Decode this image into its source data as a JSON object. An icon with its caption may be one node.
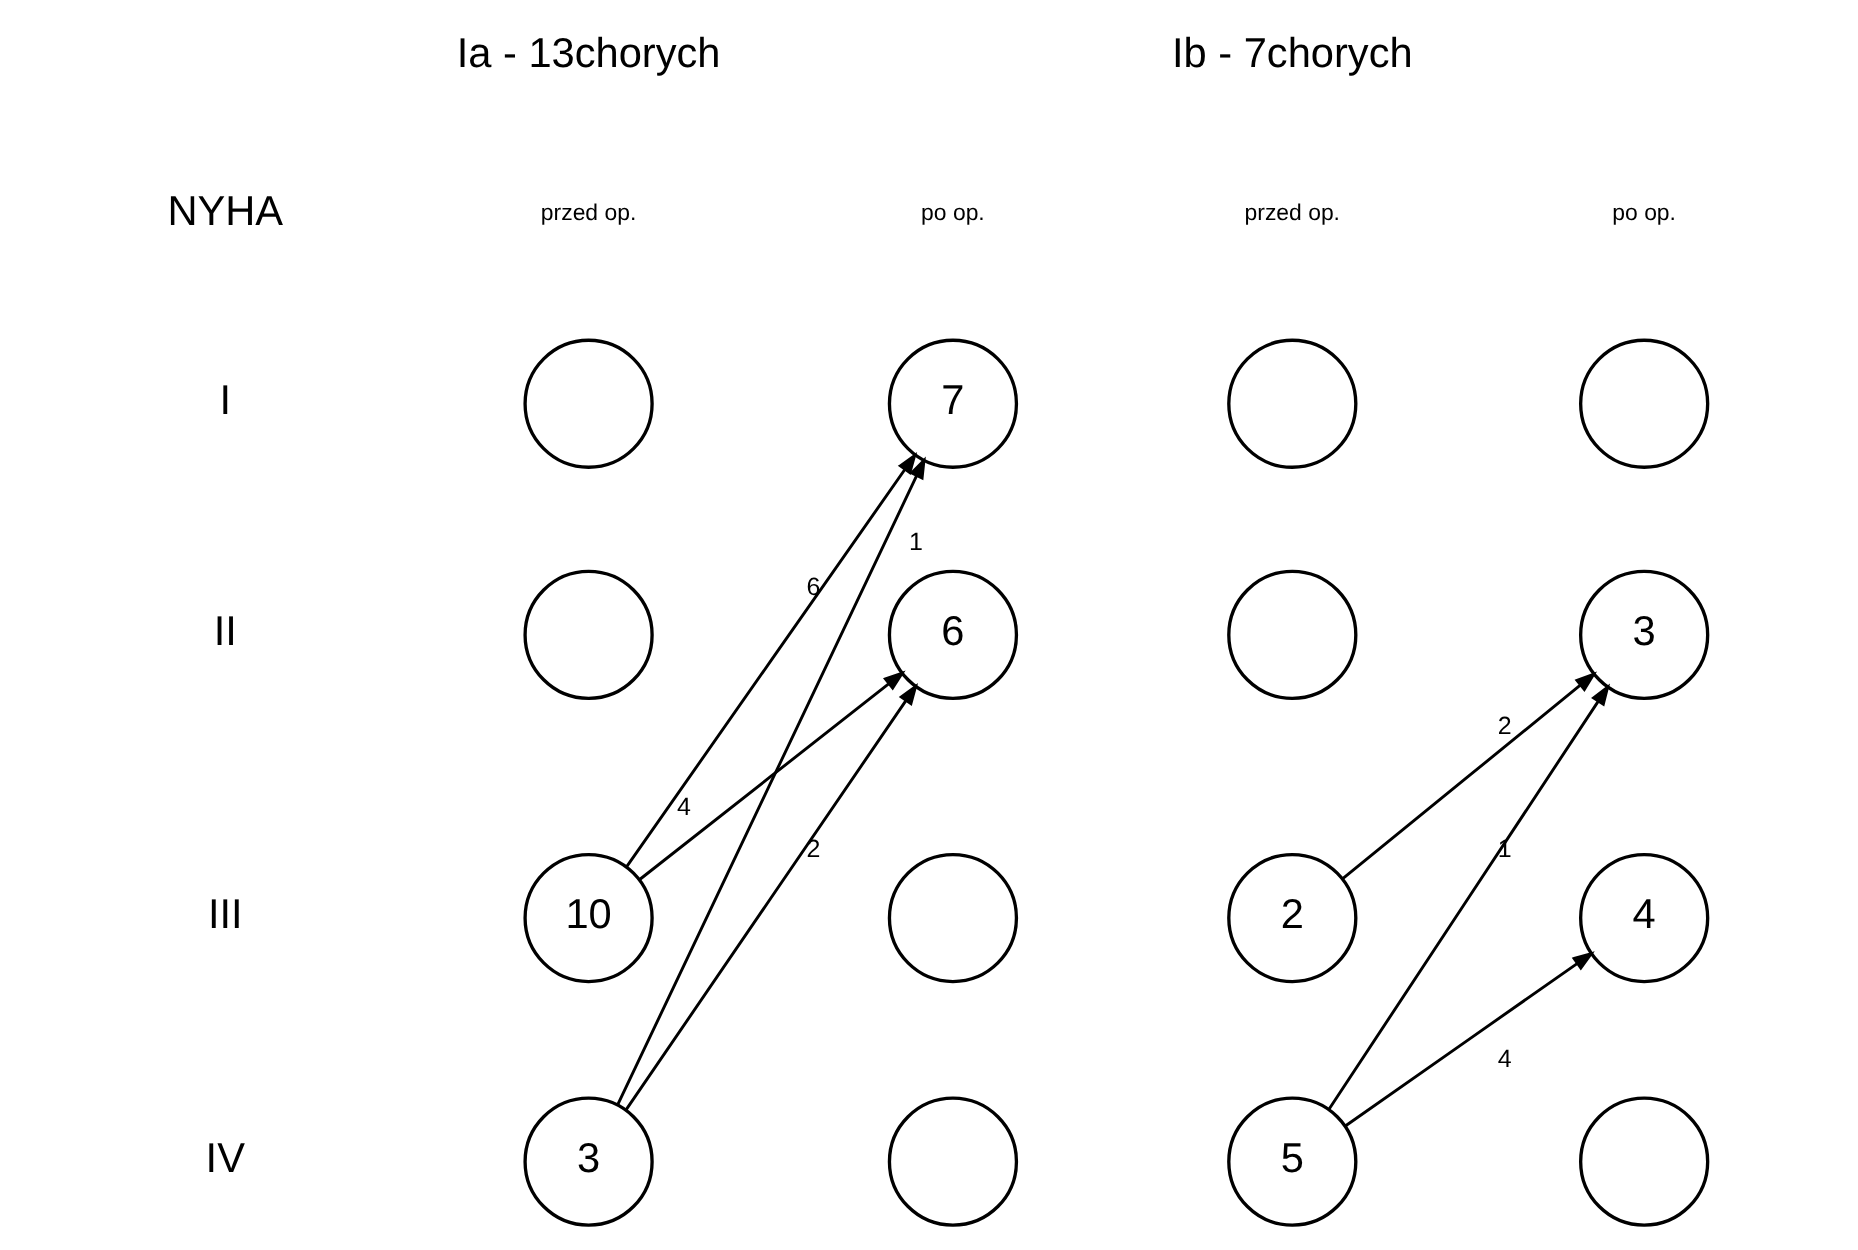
{
  "diagram": {
    "nodes": [
      {
        "text": [],
        "shape": "circle"
      },
      {
        "text": [
          "7"
        ]
      },
      {
        "text": [],
        "shape": "circle"
      },
      {
        "text": [],
        "shape": "circle"
      },
      {
        "text": [],
        "shape": "circle"
      },
      {
        "text": [
          "6"
        ]
      },
      {
        "text": [],
        "shape": "circle"
      },
      {
        "text": [
          "3"
        ]
      },
      {
        "text": [
          "10"
        ]
      },
      {
        "text": [],
        "shape": "circle"
      },
      {
        "text": [
          "2"
        ]
      },
      {
        "text": [
          "4"
        ]
      },
      {
        "text": [
          "3"
        ]
      },
      {
        "text": [],
        "shape": "circle"
      },
      {
        "text": [
          "5"
        ]
      },
      {
        "text": [],
        "shape": "circle"
      }
    ],
    "edges": [
      {
        "from": 8,
        "to": 1,
        "arrow": "to",
        "label": "6"
      },
      {
        "from": 12,
        "to": 1,
        "arrow": "to",
        "label": "1"
      },
      {
        "from": 8,
        "to": 5,
        "arrow": "to",
        "label": "4"
      },
      {
        "from": 12,
        "to": 5,
        "arrow": "to",
        "label": "2"
      },
      {
        "from": 10,
        "to": 7,
        "arrow": "to",
        "label": "2"
      },
      {
        "from": 14,
        "to": 7,
        "arrow": "to",
        "label": "1"
      },
      {
        "from": 14,
        "to": 11,
        "arrow": "to",
        "label": "4"
      }
    ],
    "labels": [
      "Ia - 13chorych",
      "Ib - 7chorych",
      "NYHA",
      "przed op.",
      "po op.",
      "przed op.",
      "po op.",
      "I",
      "II",
      "III",
      "IV"
    ]
  }
}
